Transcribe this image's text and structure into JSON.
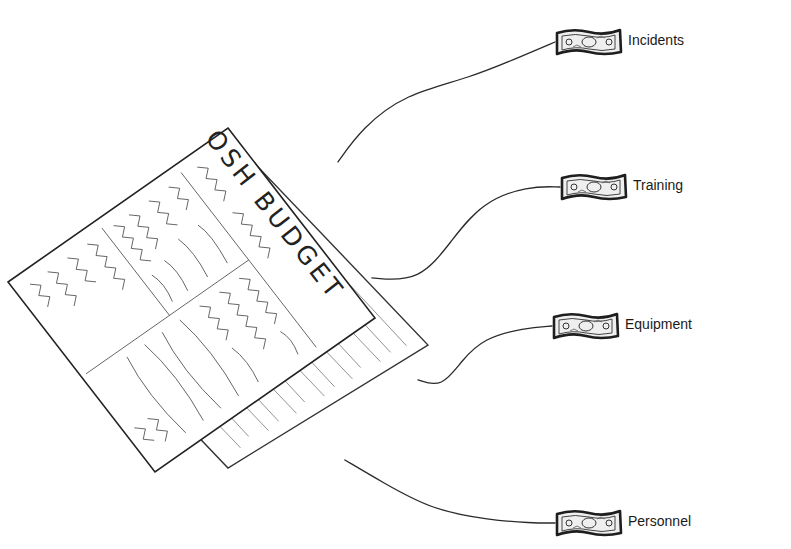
{
  "diagram": {
    "nodes": [
      {
        "text": [
          "OSH BUDGET"
        ]
      },
      {
        "text": [
          "Incidents"
        ]
      },
      {
        "text": [
          "Training"
        ]
      },
      {
        "text": [
          "Equipment"
        ]
      },
      {
        "text": [
          "Personnel"
        ]
      }
    ],
    "edges": [
      {
        "from": 0,
        "to": 1,
        "arrow": "none"
      },
      {
        "from": 0,
        "to": 2,
        "arrow": "none"
      },
      {
        "from": 0,
        "to": 3,
        "arrow": "none"
      },
      {
        "from": 0,
        "to": 4,
        "arrow": "none"
      }
    ]
  }
}
